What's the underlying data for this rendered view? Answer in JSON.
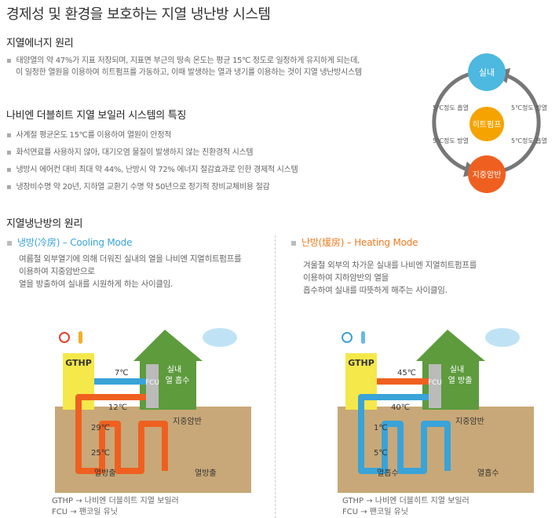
{
  "title": "경제성 및 환경을 보호하는 지열 냉난방 시스템",
  "sec1": {
    "heading": "지열에너지 원리",
    "line1": "태양열의 약 47%가 지표 저장되며, 지표면 부근의 땅속 온도는 평균 15℃ 정도로 일정하게 유지하게 되는데,",
    "line2": "이 일정한 열원을 이용하여 히트펌프를 가동하고, 이때 발생하는 열과 냉기를 이용하는 것이 지열 냉난방시스템"
  },
  "sec2": {
    "heading": "나비엔 더블히트 지열 보일러 시스템의 특징",
    "items": [
      "사계절 평균온도 15℃를 이용하여 열원이 안정적",
      "화석연료를 사용하지 않아, 대기오염 물질이 발생하지 않는 친환경적 시스템",
      "냉방시 에어컨 대비 최대 약 44%, 난방시 약 72% 에너지 절감효과로 인한 경제적 시스템",
      "냉장비수명 약 20년, 지하열 교환기 수명 약 50년으로 정기적 장비교체비용 절감"
    ]
  },
  "cycle": {
    "top": "실내",
    "center": "히트펌프",
    "bottom": "지중암반",
    "left_top": "5℃정도 흡열",
    "left_bottom": "5℃정도 방열",
    "right_top": "5℃정도 방열",
    "right_bottom": "5℃정도 흡열",
    "colors": {
      "top": "#4db8e0",
      "center": "#f5a300",
      "bottom": "#ef6020",
      "ring": "#777777"
    }
  },
  "sec3": {
    "heading": "지열냉난방의 원리",
    "cool": {
      "title_a": "냉방(冷房)",
      "title_b": " – Cooling Mode",
      "desc1": "여름철 외부열기에 의해 더워진 실내의 열을 나비엔 지열히트펌프를",
      "desc2": "이용하여 지중암반으로",
      "desc3": "열을 방출하여 실내를 시원하게 하는 사이클임.",
      "color": "#3aa3d8"
    },
    "heat": {
      "title_a": "난방(煖房)",
      "title_b": " – Heating Mode",
      "desc1": "겨울철 외부의 차가운 실내를 나비엔 지열히트펌프를",
      "desc2": "이용하여 지하암반의 열을",
      "desc3": "흡수하여 실내를 따뜻하게 해주는 사이클임.",
      "color": "#f07a20"
    }
  },
  "diag_cool": {
    "gthp": "GTHP",
    "fcu": "FCU",
    "room1": "실내",
    "room2": "열 흡수",
    "t_top": "7℃",
    "t_mid": "12℃",
    "t_ground1": "29℃",
    "t_ground2": "25℃",
    "rock": "지중암반",
    "emit_left": "열방출",
    "emit_right": "열방출"
  },
  "diag_heat": {
    "gthp": "GTHP",
    "fcu": "FCU",
    "room1": "실내",
    "room2": "열 방출",
    "t_top": "45℃",
    "t_mid": "40℃",
    "t_ground1": "1℃",
    "t_ground2": "5℃",
    "rock": "지중암반",
    "emit_left": "열흡수",
    "emit_right": "열흡수"
  },
  "foot": {
    "l1": "GTHP → 나비엔 더블히트 지열 보일러",
    "l2": "FCU  →  팬코일 유닛"
  }
}
